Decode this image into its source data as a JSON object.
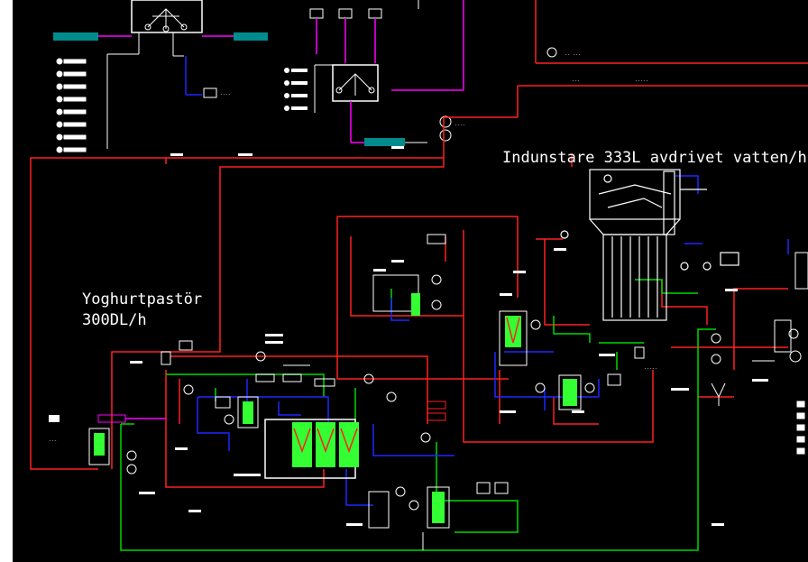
{
  "labels": {
    "evaporator": "Indunstare 333L avdrivet vatten/h",
    "pasteurizer_line1": "Yoghurtpastör",
    "pasteurizer_line2": "300DL/h"
  },
  "colors": {
    "background": "#000000",
    "margin": "#ffffff",
    "red_pipe": "#ff2020",
    "green_pipe": "#00d800",
    "blue_pipe": "#1e28ff",
    "magenta_pipe": "#ff00ff",
    "white_lines": "#ffffff",
    "cyan_tank": "#008c8c",
    "fill_green": "#33ff33"
  }
}
